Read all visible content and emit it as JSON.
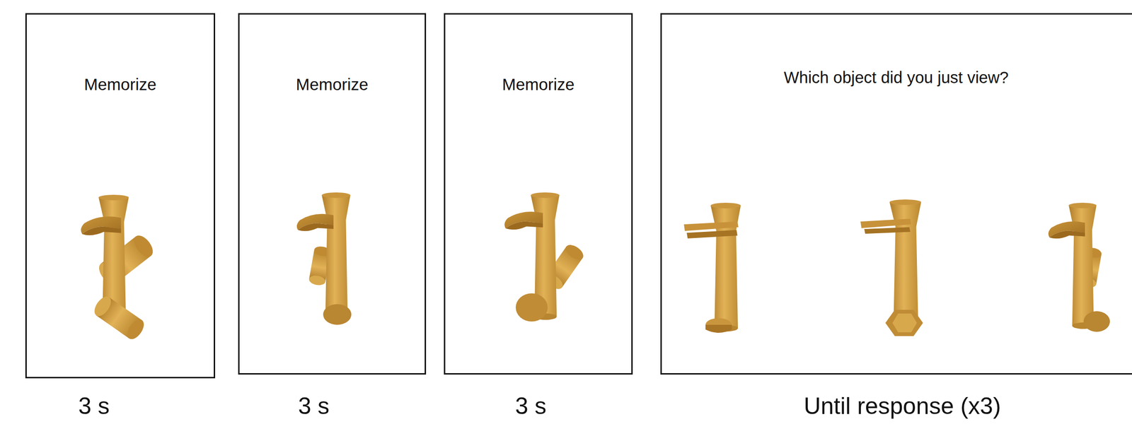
{
  "diagram": {
    "nodes": [
      {
        "text": [
          "Memorize"
        ]
      },
      {
        "text": [
          "Memorize"
        ]
      },
      {
        "text": [
          "Memorize"
        ]
      },
      {
        "text": [
          "Which object did you just view?"
        ]
      }
    ],
    "labels": [
      "3 s",
      "3 s",
      "3 s",
      "Until response (x3)"
    ]
  }
}
